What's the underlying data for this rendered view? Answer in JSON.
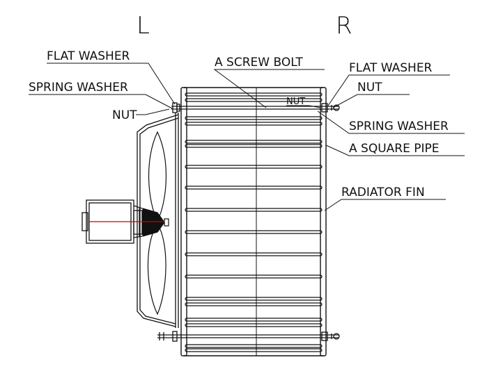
{
  "sides": {
    "left": "L",
    "right": "R"
  },
  "labels": {
    "flat_washer_left": "FLAT WASHER",
    "spring_washer_left": "SPRING WASHER",
    "nut_left": "NUT",
    "screw_bolt": "A SCREW BOLT",
    "flat_washer_right": "FLAT WASHER",
    "nut_right_top": "NUT",
    "nut_right_small": "NUT",
    "spring_washer_right": "SPRING WASHER",
    "square_pipe": "A SQUARE PIPE",
    "radiator_fin": "RADIATOR FIN"
  },
  "colors": {
    "line": "#111111",
    "accent": "#cc0000"
  }
}
